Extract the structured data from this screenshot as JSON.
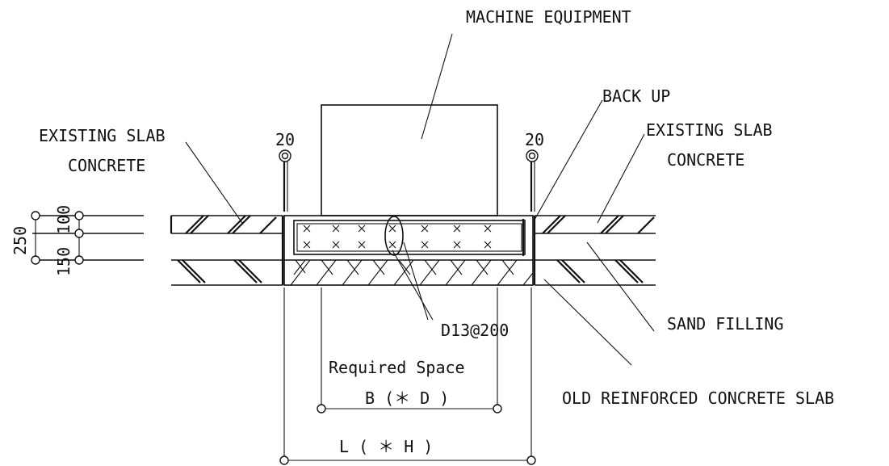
{
  "labels": {
    "machine_equipment": "MACHINE EQUIPMENT",
    "back_up": "BACK UP",
    "existing_slab_left_1": "EXISTING SLAB",
    "existing_slab_left_2": "CONCRETE",
    "existing_slab_right_1": "EXISTING SLAB",
    "existing_slab_right_2": "CONCRETE",
    "gap_left": "20",
    "gap_right": "20",
    "sand_filling": "SAND FILLING",
    "rebar": "D13@200",
    "required_space": "Required Space",
    "old_slab": "OLD REINFORCED CONCRETE SLAB",
    "dim_b": "B (＊ D )",
    "dim_l": "L ( ＊ H )",
    "dim_250": "250",
    "dim_150": "150",
    "dim_100": "100"
  }
}
